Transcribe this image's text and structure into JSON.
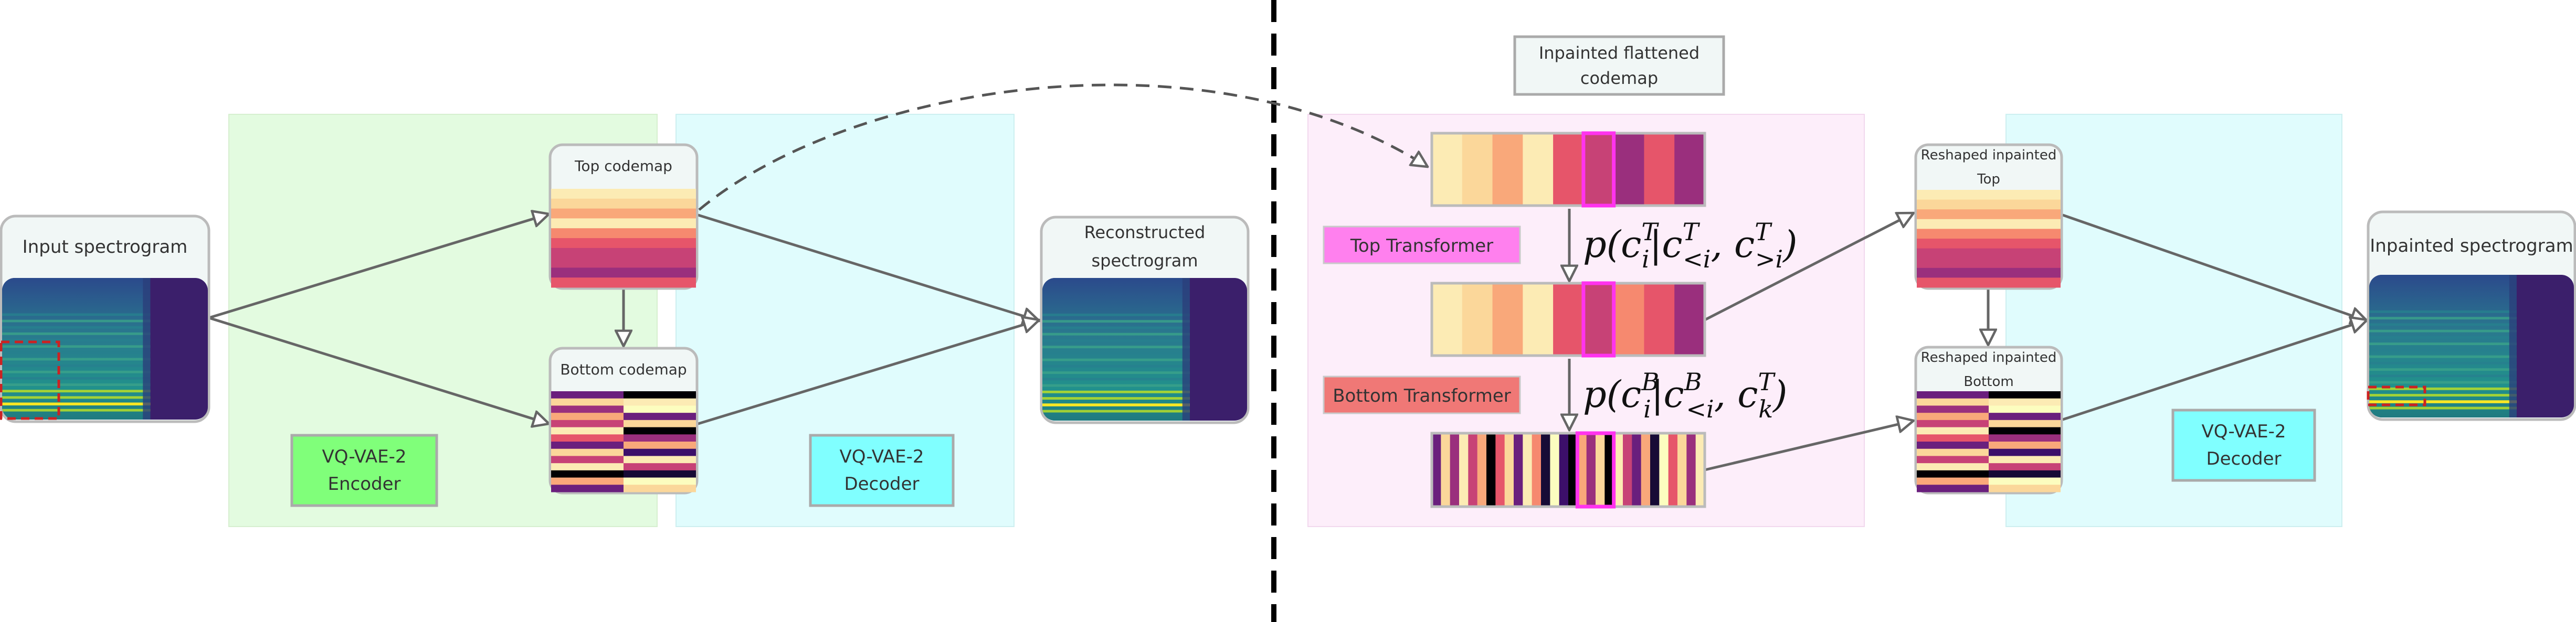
{
  "left": {
    "input_label": "Input spectrogram",
    "top_codemap_label": "Top codemap",
    "bottom_codemap_label": "Bottom codemap",
    "encoder_label_1": "VQ-VAE-2",
    "encoder_label_2": "Encoder",
    "decoder_label_1": "VQ-VAE-2",
    "decoder_label_2": "Decoder",
    "recon_label_1": "Reconstructed",
    "recon_label_2": "spectrogram"
  },
  "right": {
    "inpainted_flat_1": "Inpainted flattened",
    "inpainted_flat_2": "codemap",
    "top_transformer": "Top Transformer",
    "bottom_transformer": "Bottom Transformer",
    "reshaped_top_1": "Reshaped inpainted",
    "reshaped_top_2": "Top",
    "reshaped_bottom_1": "Reshaped inpainted",
    "reshaped_bottom_2": "Bottom",
    "decoder_label_1": "VQ-VAE-2",
    "decoder_label_2": "Decoder",
    "output_label": "Inpainted spectrogram"
  },
  "formulas": {
    "top": {
      "p": "p(",
      "c": "c",
      "sub_i": "i",
      "sup_T": "T",
      "bar": "|",
      "lt_i": "<i",
      "comma": ", ",
      "gt_i": ">i",
      "close": ")"
    },
    "bottom": {
      "p": "p(",
      "c": "c",
      "sub_i": "i",
      "sup_B": "B",
      "bar": "|",
      "lt_i": "<i",
      "comma": ", ",
      "sub_k": "k",
      "sup_T": "T",
      "close": ")"
    }
  },
  "colors": {
    "encoder_bg": "#e3fbe0",
    "decoder_bg": "#e0fcfd",
    "transformer_bg": "#fdeefa",
    "encoder_tag": "#80ff7a",
    "decoder_tag": "#80ffff",
    "top_transformer_tag": "#ff80ee",
    "bottom_transformer_tag": "#f07876",
    "highlight": "#ff33ee",
    "mask_red": "#cc2222",
    "arrow": "#666666",
    "divider": "#000000"
  },
  "palette": [
    "#fcebb4",
    "#fbd79a",
    "#f9a87a",
    "#f6896f",
    "#e6556a",
    "#c74276",
    "#9a2f7d",
    "#6a1f7d",
    "#3c0f6a",
    "#170b36",
    "#000004",
    "#fcfdbf"
  ]
}
